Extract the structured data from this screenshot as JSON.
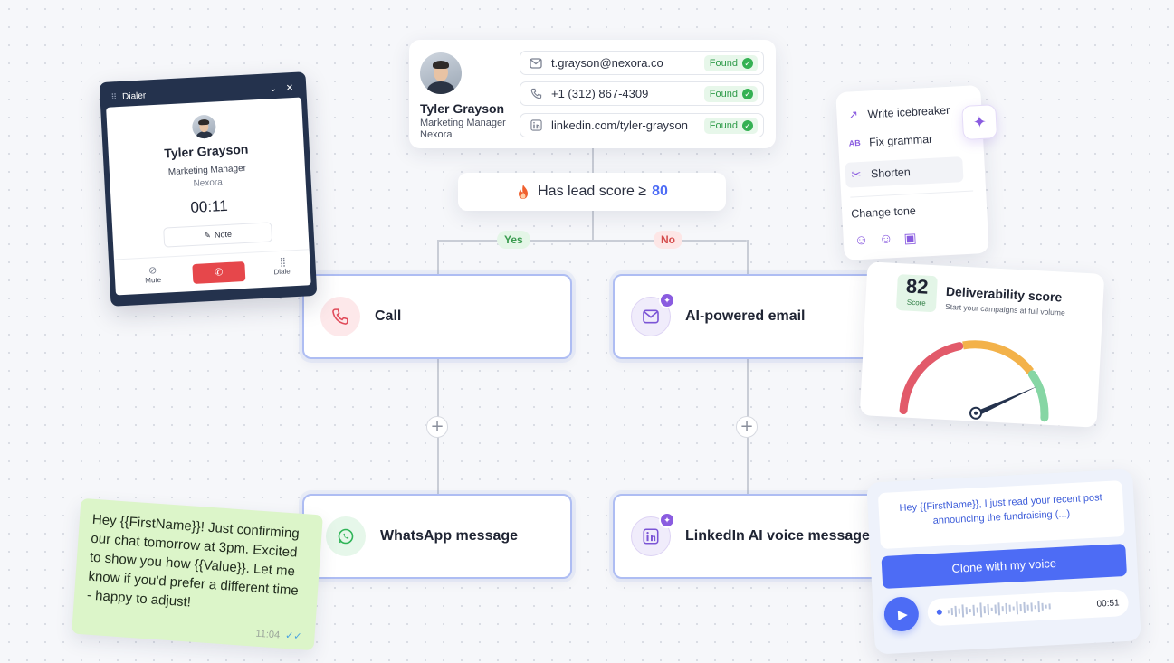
{
  "profile": {
    "name": "Tyler Grayson",
    "title": "Marketing Manager",
    "company": "Nexora",
    "contacts": [
      {
        "icon": "mail-icon",
        "value": "t.grayson@nexora.co",
        "status": "Found"
      },
      {
        "icon": "phone-icon",
        "value": "+1 (312) 867-4309",
        "status": "Found"
      },
      {
        "icon": "linkedin-icon",
        "value": "linkedin.com/tyler-grayson",
        "status": "Found"
      }
    ]
  },
  "condition": {
    "text": "Has lead score ≥",
    "value": "80",
    "yes": "Yes",
    "no": "No"
  },
  "steps": {
    "call": "Call",
    "email": "AI-powered email",
    "whatsapp": "WhatsApp message",
    "linkedin": "LinkedIn AI voice message"
  },
  "dialer": {
    "title": "Dialer",
    "name": "Tyler Grayson",
    "role": "Marketing Manager",
    "company": "Nexora",
    "timer": "00:11",
    "note": "Note",
    "mute": "Mute",
    "dialer": "Dialer"
  },
  "ai_menu": {
    "items": [
      "Write icebreaker",
      "Fix grammar",
      "Shorten"
    ],
    "change_tone": "Change tone"
  },
  "deliverability": {
    "score": 82,
    "score_label": "Score",
    "title": "Deliverability score",
    "subtitle": "Start your campaigns at full volume",
    "colors": {
      "low": "#e25a6a",
      "mid": "#f3b24a",
      "high": "#86d6a4"
    }
  },
  "whatsapp_bubble": {
    "text": "Hey {{FirstName}}! Just confirming our chat tomorrow at 3pm. Excited to show you how {{Value}}. Let me know if you'd prefer a different time - happy to adjust!",
    "time": "11:04"
  },
  "voice": {
    "message": "Hey {{FirstName}}, I just read your recent post announcing the fundraising (...)",
    "button": "Clone with my voice",
    "duration": "00:51"
  },
  "colors": {
    "accent": "#4d6cf5",
    "node_border": "#aebdf3",
    "purple": "#8a5ce0"
  }
}
